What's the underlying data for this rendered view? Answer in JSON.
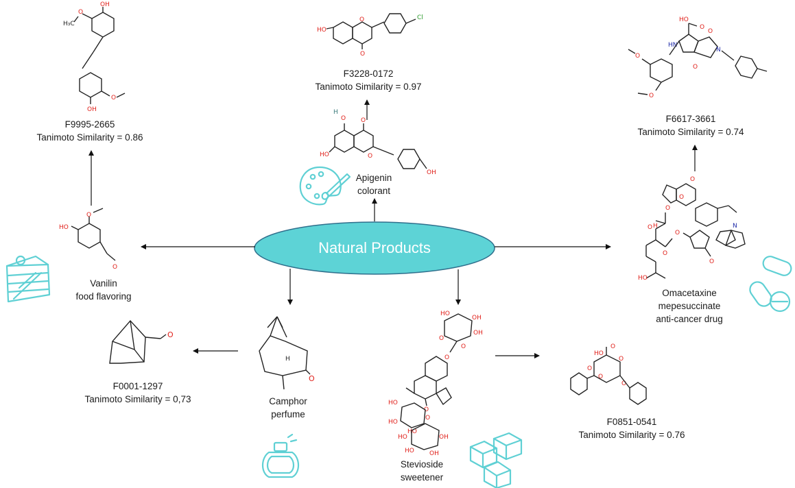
{
  "center": {
    "label": "Natural Products"
  },
  "nodes": {
    "apigenin": {
      "name": "Apigenin",
      "use": "colorant",
      "icon": "palette-icon"
    },
    "vanilin": {
      "name": "Vanilin",
      "use": "food flavoring",
      "icon": "cake-icon"
    },
    "camphor": {
      "name": "Camphor",
      "use": "perfume",
      "icon": "perfume-bottle-icon"
    },
    "stevioside": {
      "name": "Stevioside",
      "use": "sweetener",
      "icon": "sugar-cubes-icon"
    },
    "omacetaxine": {
      "name": "Omacetaxine",
      "name2": "mepesuccinate",
      "use": "anti-cancer drug",
      "icon": "pills-icon"
    }
  },
  "matches": {
    "f3228": {
      "id": "F3228-0172",
      "similarity": "Tanimoto Similarity = 0.97"
    },
    "f9995": {
      "id": "F9995-2665",
      "similarity": "Tanimoto Similarity = 0.86"
    },
    "f6617": {
      "id": "F6617-3661",
      "similarity": "Tanimoto Similarity = 0.74"
    },
    "f0001": {
      "id": "F0001-1297",
      "similarity": "Tanimoto Similarity = 0,73"
    },
    "f0851": {
      "id": "F0851-0541",
      "similarity": "Tanimoto Similarity = 0.76"
    }
  },
  "colors": {
    "accent": "#5fd0d4",
    "ellipse_fill": "#5dd3d6",
    "ellipse_stroke": "#2f6f8c",
    "oxygen": "#e0201a",
    "nitrogen": "#1e2aa8",
    "chlorine": "#2a9a2a"
  }
}
